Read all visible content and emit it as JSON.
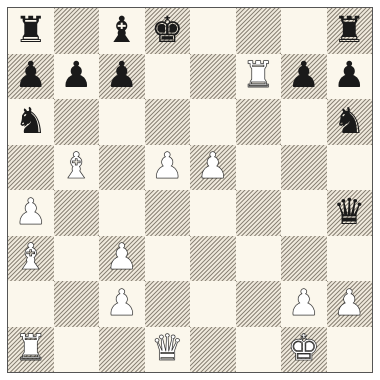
{
  "board": {
    "rows": [
      [
        {
          "p": "r",
          "c": "b"
        },
        null,
        {
          "p": "b",
          "c": "b"
        },
        {
          "p": "k",
          "c": "b"
        },
        null,
        null,
        null,
        {
          "p": "r",
          "c": "b"
        }
      ],
      [
        {
          "p": "p",
          "c": "b"
        },
        {
          "p": "p",
          "c": "b"
        },
        {
          "p": "p",
          "c": "b"
        },
        null,
        null,
        {
          "p": "r",
          "c": "w"
        },
        {
          "p": "p",
          "c": "b"
        },
        {
          "p": "p",
          "c": "b"
        }
      ],
      [
        {
          "p": "n",
          "c": "b"
        },
        null,
        null,
        null,
        null,
        null,
        null,
        {
          "p": "n",
          "c": "b"
        }
      ],
      [
        null,
        {
          "p": "b",
          "c": "w"
        },
        null,
        {
          "p": "p",
          "c": "w"
        },
        {
          "p": "p",
          "c": "w"
        },
        null,
        null,
        null
      ],
      [
        {
          "p": "p",
          "c": "w"
        },
        null,
        null,
        null,
        null,
        null,
        null,
        {
          "p": "q",
          "c": "b"
        }
      ],
      [
        {
          "p": "b",
          "c": "w"
        },
        null,
        {
          "p": "p",
          "c": "w"
        },
        null,
        null,
        null,
        null,
        null
      ],
      [
        null,
        null,
        {
          "p": "p",
          "c": "w"
        },
        null,
        null,
        null,
        {
          "p": "p",
          "c": "w"
        },
        {
          "p": "p",
          "c": "w"
        }
      ],
      [
        {
          "p": "r",
          "c": "w"
        },
        null,
        null,
        {
          "p": "q",
          "c": "w"
        },
        null,
        null,
        {
          "p": "k",
          "c": "w"
        },
        null
      ]
    ]
  },
  "glyphs": {
    "k": "♚",
    "q": "♛",
    "r": "♜",
    "b": "♝",
    "n": "♞",
    "p": "♟"
  },
  "names": {
    "k": "king",
    "q": "queen",
    "r": "rook",
    "b": "bishop",
    "n": "knight",
    "p": "pawn"
  },
  "colors": {
    "w": "white",
    "b": "black"
  }
}
